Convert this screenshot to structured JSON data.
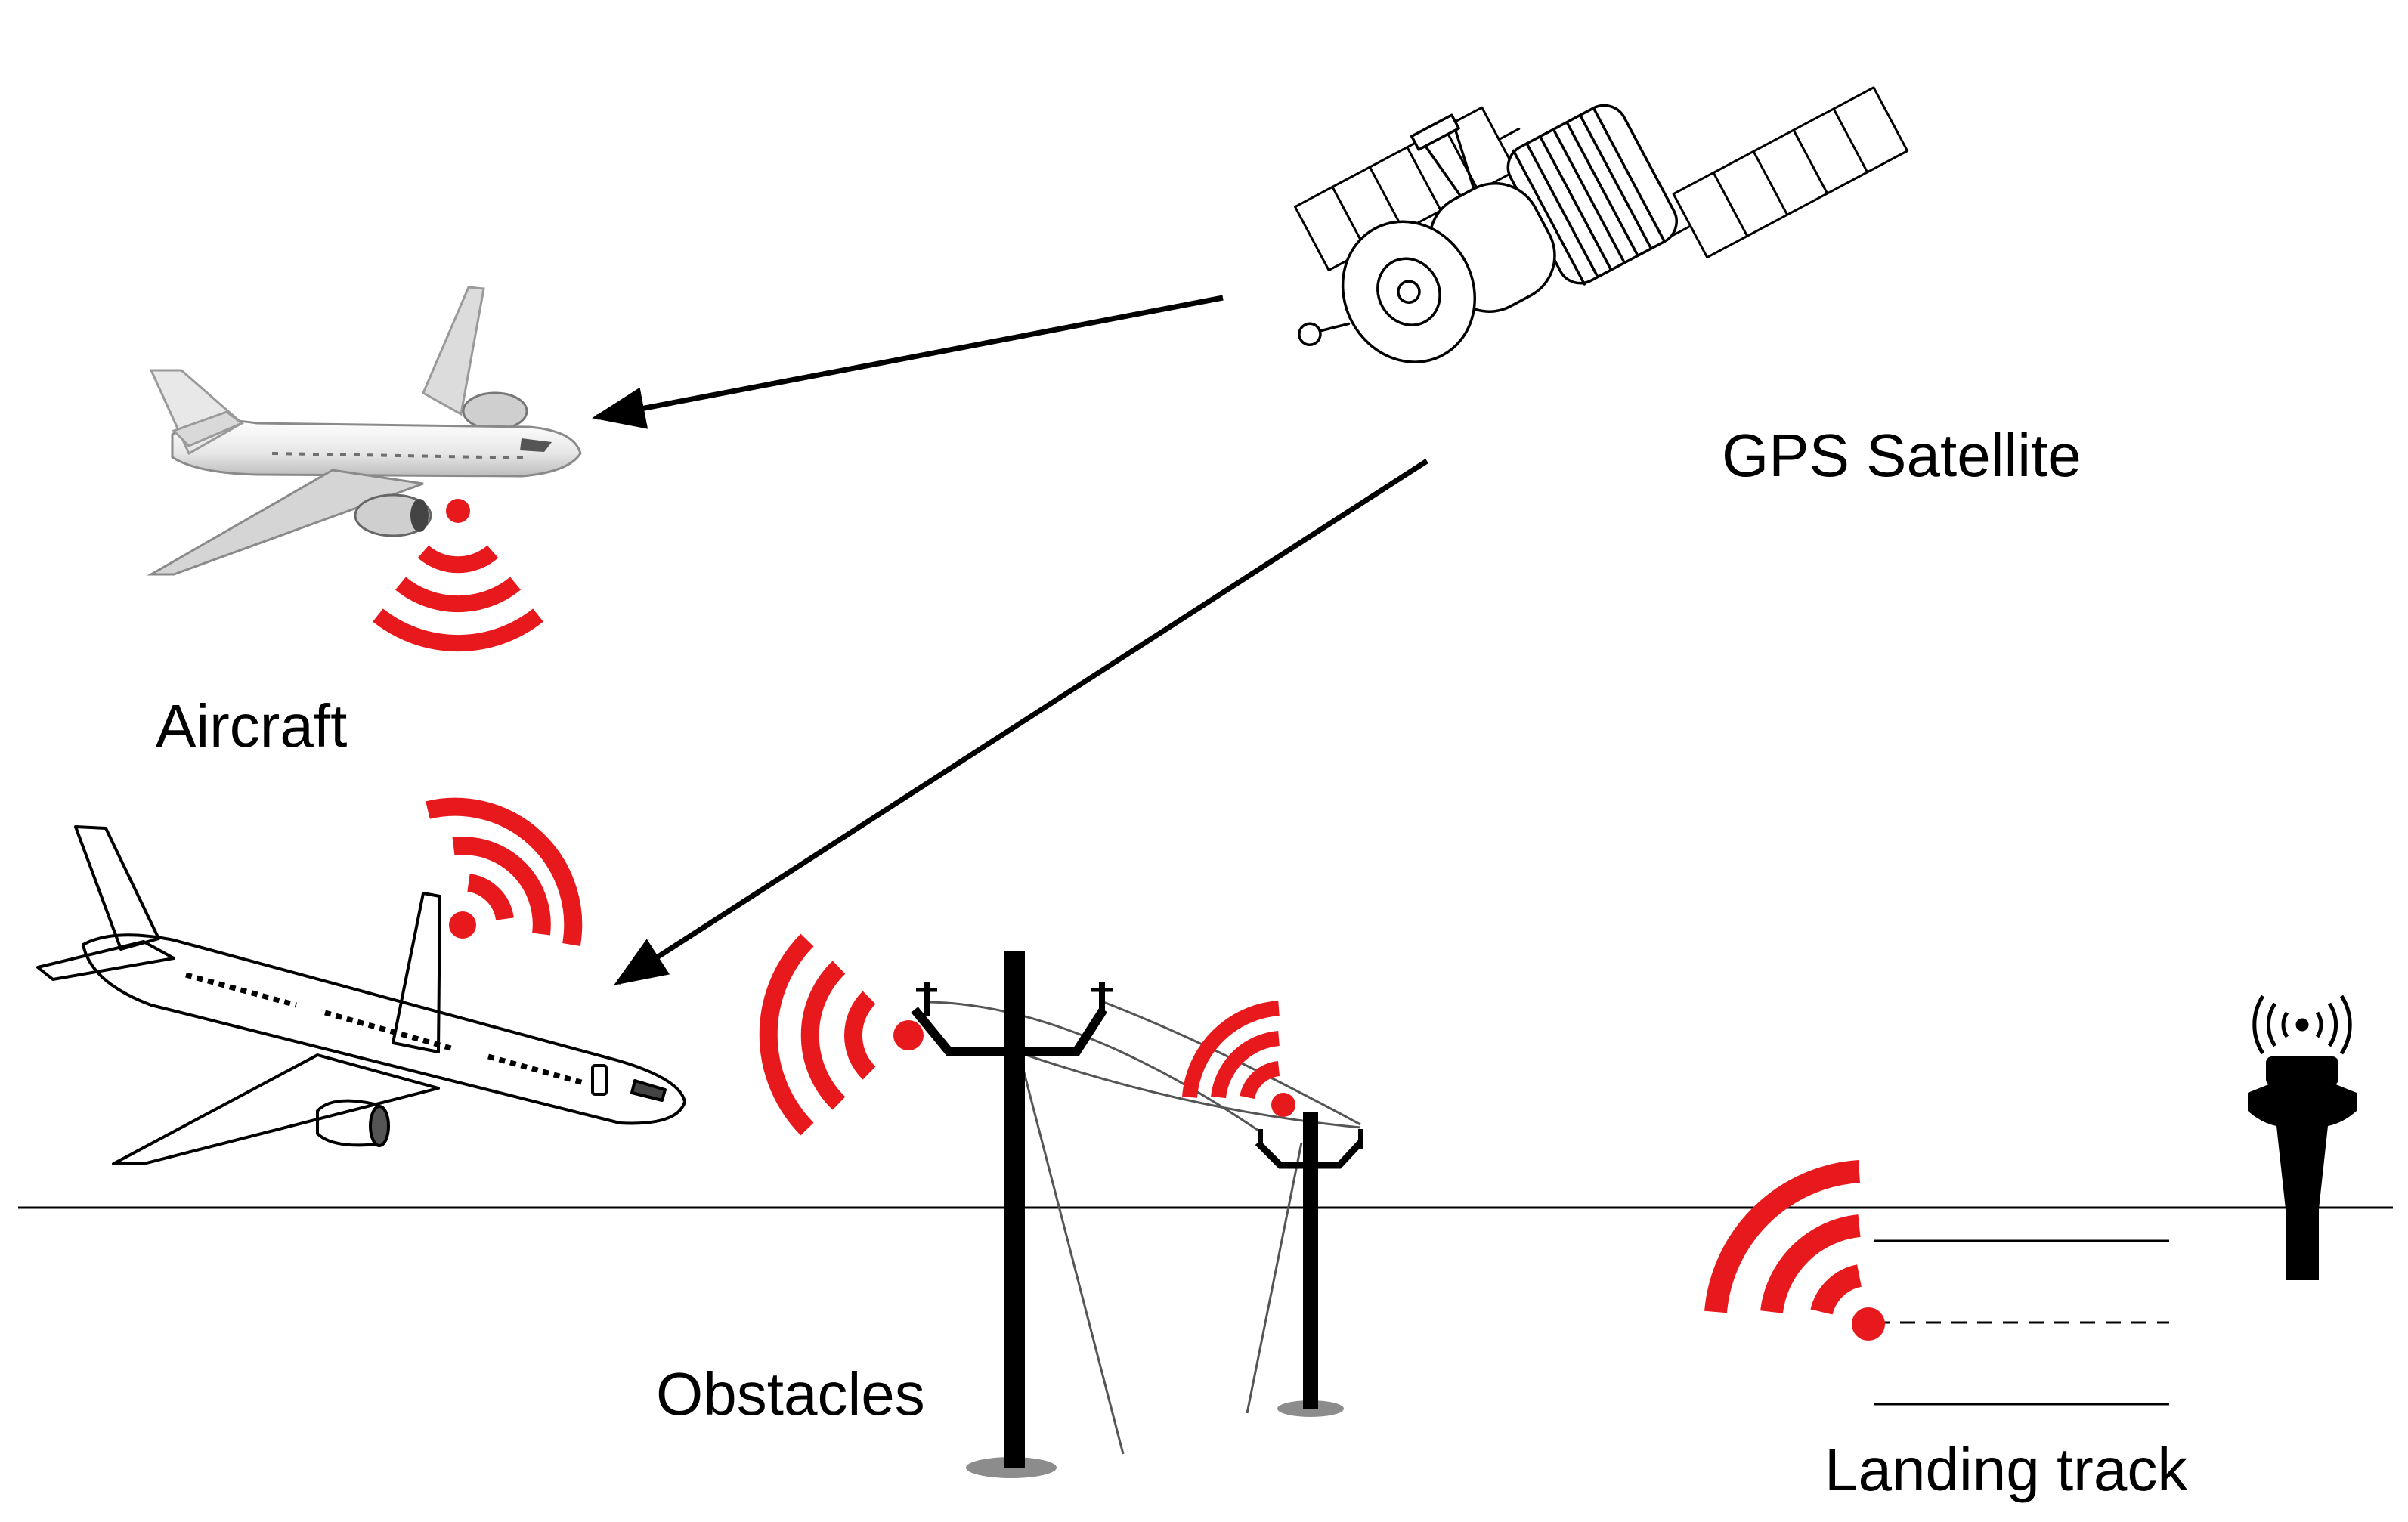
{
  "labels": {
    "satellite": "GPS Satellite",
    "aircraft": "Aircraft",
    "obstacles": "Obstacles",
    "landing_track": "Landing track"
  },
  "colors": {
    "signal": "#e8191c",
    "ink": "#000000",
    "ground_shadow": "#8c8c8c",
    "aircraft_body": "#f2f2f2"
  },
  "icons": [
    "satellite-icon",
    "aircraft-icon",
    "airliner-icon",
    "utility-pole-icon",
    "control-tower-icon",
    "wireless-signal-icon"
  ]
}
